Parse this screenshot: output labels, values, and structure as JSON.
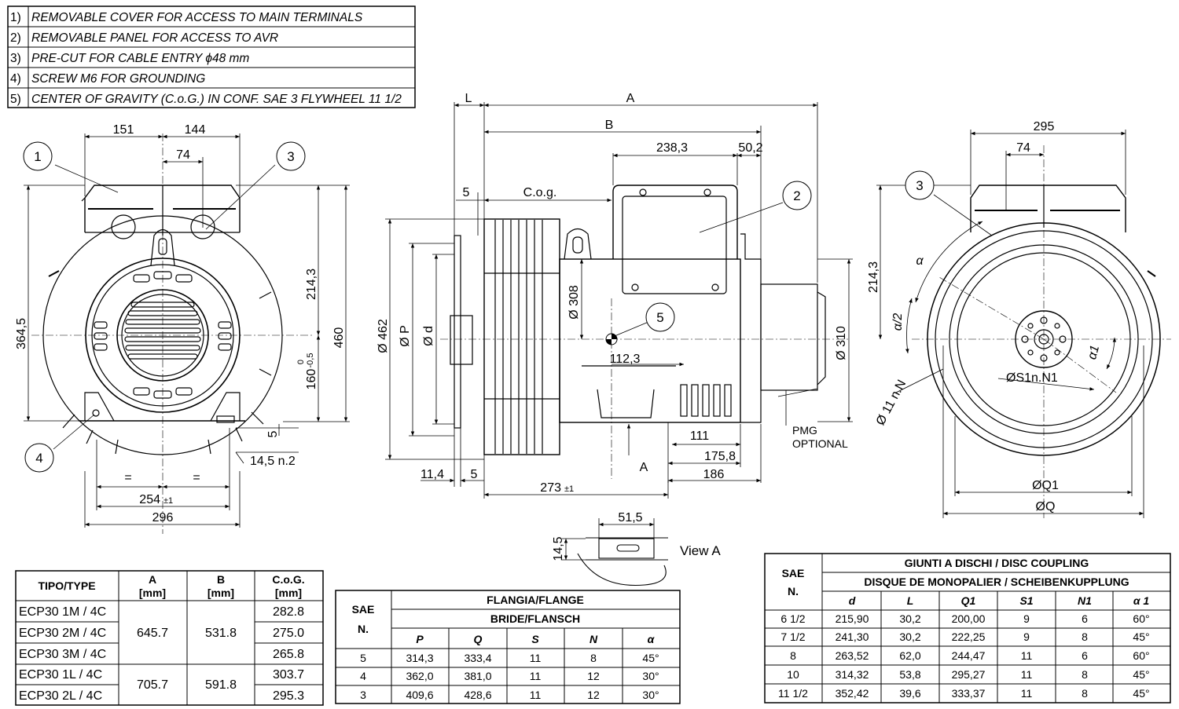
{
  "notes": [
    {
      "num": "1)",
      "text": "REMOVABLE COVER FOR ACCESS TO MAIN TERMINALS"
    },
    {
      "num": "2)",
      "text": "REMOVABLE PANEL FOR ACCESS TO AVR"
    },
    {
      "num": "3)",
      "text": "PRE-CUT FOR CABLE ENTRY ϕ48  mm"
    },
    {
      "num": "4)",
      "text": "SCREW M6 FOR GROUNDING"
    },
    {
      "num": "5)",
      "text": "CENTER OF GRAVITY (C.o.G.) IN CONF. SAE 3 FLYWHEEL 11 1/2"
    }
  ],
  "callouts": [
    "1",
    "2",
    "3",
    "4",
    "5",
    "3"
  ],
  "front_view": {
    "dims": [
      "151",
      "144",
      "74",
      "364,5",
      "214,3",
      "460",
      "160",
      "0",
      "-0,5",
      "5",
      "14,5 n.2",
      "=",
      "=",
      "254",
      "±1",
      "296"
    ]
  },
  "side_view": {
    "dims": [
      "L",
      "A",
      "B",
      "238,3",
      "50,2",
      "5",
      "C.o.g.",
      "Ø 462",
      "Ø P",
      "Ø d",
      "Ø 308",
      "112,3",
      "Ø 310",
      "111",
      "175,8",
      "186",
      "11,4",
      "5",
      "273",
      "±1",
      "A"
    ],
    "pmg_label": [
      "PMG",
      "OPTIONAL"
    ],
    "view_a_label": "View A",
    "view_a_dims": [
      "51,5",
      "14,5"
    ]
  },
  "rear_view": {
    "dims": [
      "295",
      "74",
      "214,3",
      "α",
      "α/2",
      "α1",
      "ØS1n.N1",
      "Ø 11 n.N",
      "ØQ1",
      "ØQ"
    ]
  },
  "type_table": {
    "headers": [
      [
        "TIPO/TYPE",
        ""
      ],
      [
        "A",
        "[mm]"
      ],
      [
        "B",
        "[mm]"
      ],
      [
        "C.o.G.",
        "[mm]"
      ]
    ],
    "rows": [
      {
        "type": "ECP30 1M / 4C",
        "cog": "282.8"
      },
      {
        "type": "ECP30 2M / 4C",
        "cog": "275.0"
      },
      {
        "type": "ECP30 3M / 4C",
        "cog": "265.8"
      },
      {
        "type": "ECP30 1L / 4C",
        "cog": "303.7"
      },
      {
        "type": "ECP30 2L / 4C",
        "cog": "295.3"
      }
    ],
    "groups": [
      {
        "A": "645.7",
        "B": "531.8"
      },
      {
        "A": "705.7",
        "B": "591.8"
      }
    ]
  },
  "flange_table": {
    "sae_header": [
      "SAE",
      "N."
    ],
    "title1": "FLANGIA/FLANGE",
    "title2": "BRIDE/FLANSCH",
    "columns": [
      "P",
      "Q",
      "S",
      "N",
      "α"
    ],
    "rows": [
      [
        "5",
        "314,3",
        "333,4",
        "11",
        "8",
        "45°"
      ],
      [
        "4",
        "362,0",
        "381,0",
        "11",
        "12",
        "30°"
      ],
      [
        "3",
        "409,6",
        "428,6",
        "11",
        "12",
        "30°"
      ]
    ]
  },
  "disc_table": {
    "sae_header": [
      "SAE",
      "N."
    ],
    "title1": "GIUNTI A DISCHI / DISC COUPLING",
    "title2": "DISQUE DE MONOPALIER / SCHEIBENKUPPLUNG",
    "columns": [
      "d",
      "L",
      "Q1",
      "S1",
      "N1",
      "α 1"
    ],
    "rows": [
      [
        "6 1/2",
        "215,90",
        "30,2",
        "200,00",
        "9",
        "6",
        "60°"
      ],
      [
        "7 1/2",
        "241,30",
        "30,2",
        "222,25",
        "9",
        "8",
        "45°"
      ],
      [
        "8",
        "263,52",
        "62,0",
        "244,47",
        "11",
        "6",
        "60°"
      ],
      [
        "10",
        "314,32",
        "53,8",
        "295,27",
        "11",
        "8",
        "45°"
      ],
      [
        "11 1/2",
        "352,42",
        "39,6",
        "333,37",
        "11",
        "8",
        "45°"
      ]
    ]
  }
}
